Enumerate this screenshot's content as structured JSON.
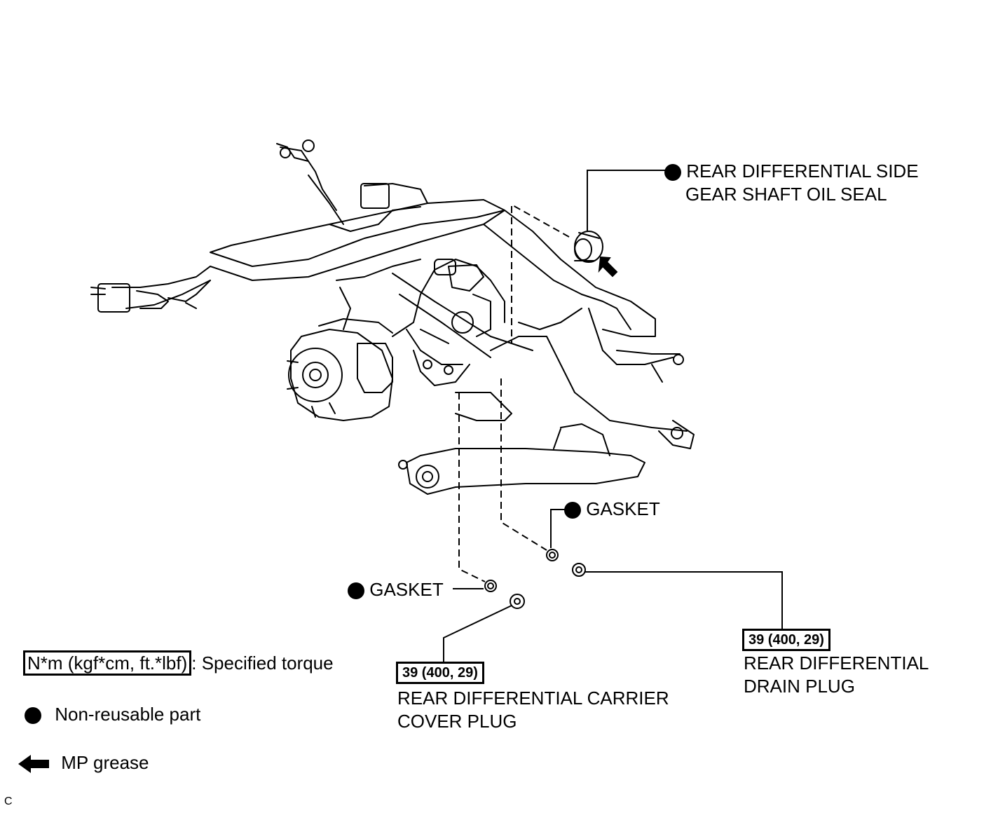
{
  "labels": {
    "oil_seal": [
      "REAR DIFFERENTIAL SIDE",
      "GEAR SHAFT OIL SEAL"
    ],
    "gasket_upper": "GASKET",
    "gasket_lower": "GASKET",
    "cover_plug": [
      "REAR DIFFERENTIAL CARRIER",
      "COVER PLUG"
    ],
    "drain_plug": [
      "REAR DIFFERENTIAL",
      "DRAIN PLUG"
    ]
  },
  "torque": {
    "cover_plug": "39 (400, 29)",
    "drain_plug": "39 (400, 29)"
  },
  "legend": {
    "torque_box": "N*m (kgf*cm, ft.*lbf)",
    "torque_desc": ": Specified torque",
    "non_reusable": "Non-reusable part",
    "mp_grease": "MP grease"
  },
  "corner_mark": "C",
  "icons": {
    "non_reusable": "filled-circle-icon",
    "grease": "left-arrow-icon"
  }
}
